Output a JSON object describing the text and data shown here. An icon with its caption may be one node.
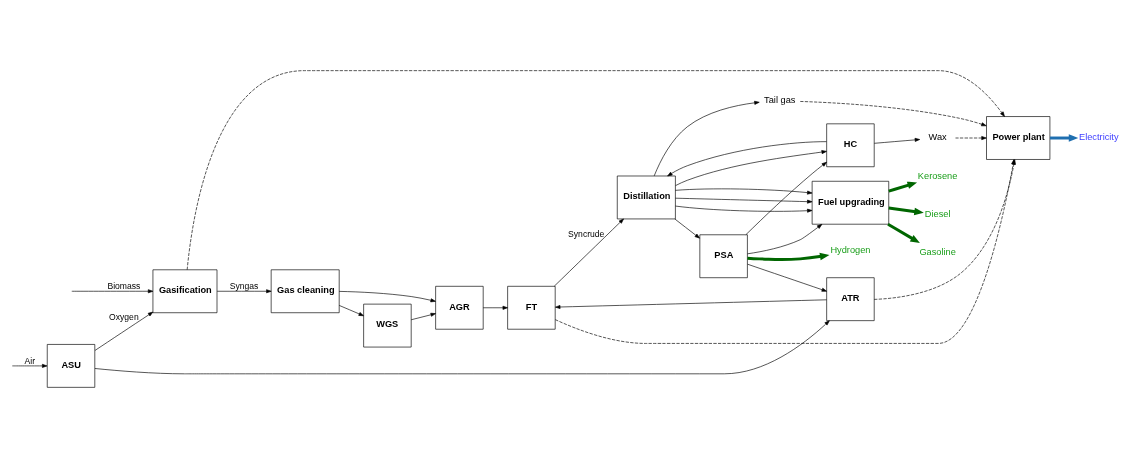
{
  "diagram": {
    "nodes": [
      {
        "text": [
          "ASU"
        ]
      },
      {
        "text": [
          "Gasification"
        ]
      },
      {
        "text": [
          "Gas cleaning"
        ]
      },
      {
        "text": [
          "WGS"
        ]
      },
      {
        "text": [
          "AGR"
        ]
      },
      {
        "text": [
          "FT"
        ]
      },
      {
        "text": [
          "Distillation"
        ]
      },
      {
        "text": [
          "PSA"
        ]
      },
      {
        "text": [
          "ATR"
        ]
      },
      {
        "text": [
          "Fuel upgrading"
        ]
      },
      {
        "text": [
          "HC"
        ]
      },
      {
        "text": [
          "Power plant"
        ]
      },
      {
        "text": [
          "Tail gas"
        ]
      },
      {
        "text": [
          "Wax"
        ]
      },
      {
        "text": [
          "Hydrogen"
        ]
      },
      {
        "text": [
          "Gasoline"
        ]
      },
      {
        "text": [
          "Kerosene"
        ]
      },
      {
        "text": [
          "Diesel"
        ]
      },
      {
        "text": [
          "Electricity"
        ]
      }
    ],
    "edges": [
      {
        "from": null,
        "to": 0,
        "arrow": "to",
        "label": "Air"
      },
      {
        "from": null,
        "to": 1,
        "arrow": "to",
        "label": "Biomass"
      },
      {
        "from": 0,
        "to": 1,
        "arrow": "to",
        "label": "Oxygen"
      },
      {
        "from": 0,
        "to": 8,
        "arrow": "to"
      },
      {
        "from": 1,
        "to": 2,
        "arrow": "to",
        "label": "Syngas"
      },
      {
        "from": 2,
        "to": 3,
        "arrow": "to"
      },
      {
        "from": 2,
        "to": 4,
        "arrow": "to"
      },
      {
        "from": 3,
        "to": 4,
        "arrow": "to"
      },
      {
        "from": 4,
        "to": 5,
        "arrow": "to"
      },
      {
        "from": 5,
        "to": 6,
        "arrow": "to",
        "label": "Syncrude"
      },
      {
        "from": 6,
        "to": 12,
        "arrow": "to"
      },
      {
        "from": 6,
        "to": 7,
        "arrow": "to"
      },
      {
        "from": 7,
        "to": 8,
        "arrow": "to"
      },
      {
        "from": 8,
        "to": 5,
        "arrow": "to"
      },
      {
        "from": 7,
        "to": 14,
        "arrow": "to",
        "style": "thick",
        "color": "#006600"
      },
      {
        "from": 7,
        "to": 9,
        "arrow": "to"
      },
      {
        "from": 7,
        "to": 10,
        "arrow": "to"
      },
      {
        "from": 6,
        "to": 9,
        "arrow": "to"
      },
      {
        "from": 6,
        "to": 9,
        "arrow": "to"
      },
      {
        "from": 6,
        "to": 9,
        "arrow": "to"
      },
      {
        "from": 6,
        "to": 10,
        "arrow": "to"
      },
      {
        "from": 10,
        "to": 6,
        "arrow": "to"
      },
      {
        "from": 10,
        "to": 13,
        "arrow": "to"
      },
      {
        "from": 9,
        "to": 15,
        "arrow": "to",
        "style": "thick",
        "color": "#006600"
      },
      {
        "from": 9,
        "to": 16,
        "arrow": "to",
        "style": "thick",
        "color": "#006600"
      },
      {
        "from": 9,
        "to": 17,
        "arrow": "to",
        "style": "thick",
        "color": "#006600"
      },
      {
        "from": 1,
        "to": 11,
        "arrow": "to",
        "style": "dashed"
      },
      {
        "from": 5,
        "to": 11,
        "arrow": "to",
        "style": "dashed"
      },
      {
        "from": 12,
        "to": 11,
        "arrow": "to",
        "style": "dashed"
      },
      {
        "from": 13,
        "to": 11,
        "arrow": "to",
        "style": "dashed"
      },
      {
        "from": 8,
        "to": 11,
        "arrow": "to",
        "style": "dashed"
      },
      {
        "from": 11,
        "to": 18,
        "arrow": "to",
        "style": "thick",
        "color": "#1f6fb0"
      }
    ]
  }
}
